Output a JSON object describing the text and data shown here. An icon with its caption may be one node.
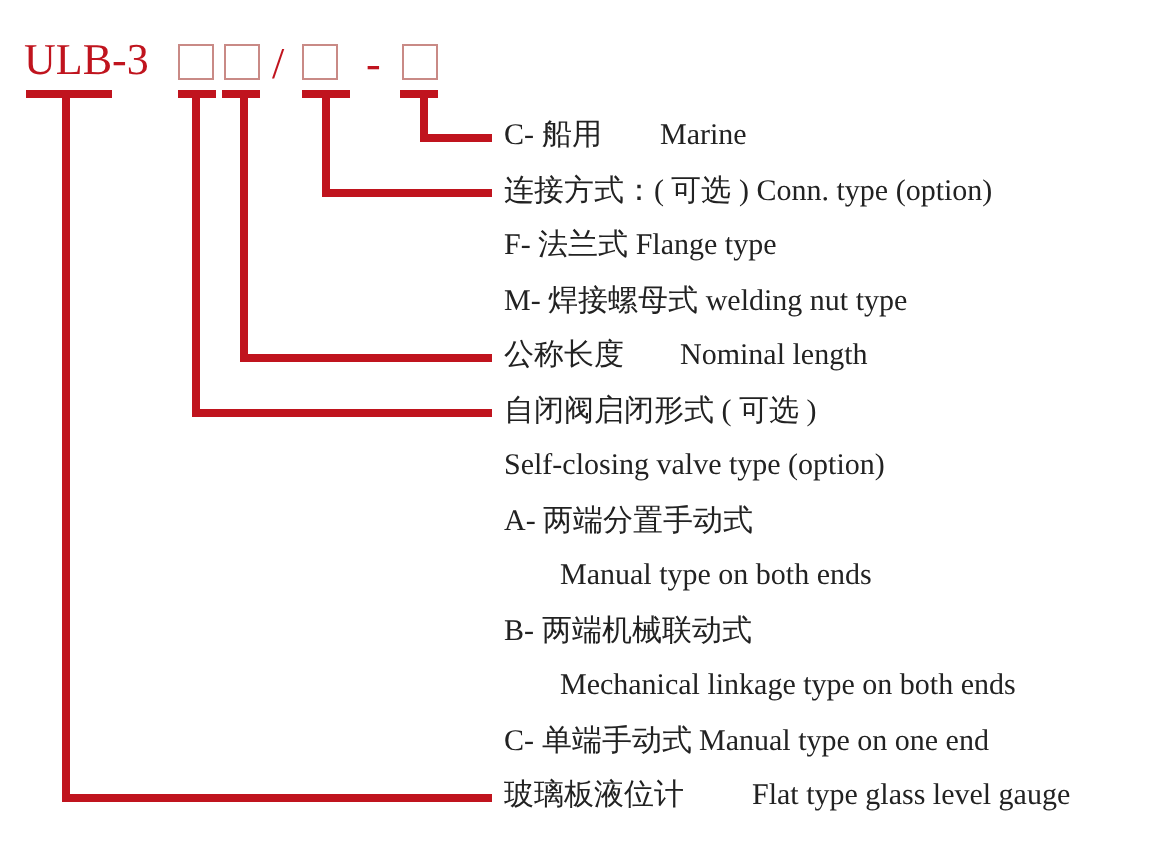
{
  "diagram": {
    "nodes": [
      {
        "text": [
          "ULB-3"
        ]
      },
      {
        "text": [],
        "shape": "box"
      },
      {
        "text": [],
        "shape": "box"
      },
      {
        "text": [],
        "shape": "box"
      },
      {
        "text": [],
        "shape": "box"
      },
      {
        "text": [
          "C- 船用",
          "Marine"
        ]
      },
      {
        "text": [
          "连接方式：( 可选 ) Conn. type (option)"
        ]
      },
      {
        "text": [
          "公称长度",
          "Nominal length"
        ]
      },
      {
        "text": [
          "自闭阀启闭形式 ( 可选 )"
        ]
      },
      {
        "text": [
          "玻璃板液位计",
          "Flat type glass level gauge"
        ]
      }
    ],
    "edges": [
      {
        "from": 4,
        "to": 5,
        "arrow": "none"
      },
      {
        "from": 3,
        "to": 6,
        "arrow": "none"
      },
      {
        "from": 2,
        "to": 7,
        "arrow": "none"
      },
      {
        "from": 1,
        "to": 8,
        "arrow": "none"
      },
      {
        "from": 0,
        "to": 9,
        "arrow": "none"
      }
    ],
    "labels": [
      "/",
      "-",
      "F- 法兰式 Flange type",
      "M- 焊接螺母式 welding nut type",
      "Self-closing valve type (option)",
      "A- 两端分置手动式",
      "Manual type on both ends",
      "B- 两端机械联动式",
      "Mechanical linkage type on both ends",
      "C- 单端手动式 Manual type on one end"
    ]
  }
}
